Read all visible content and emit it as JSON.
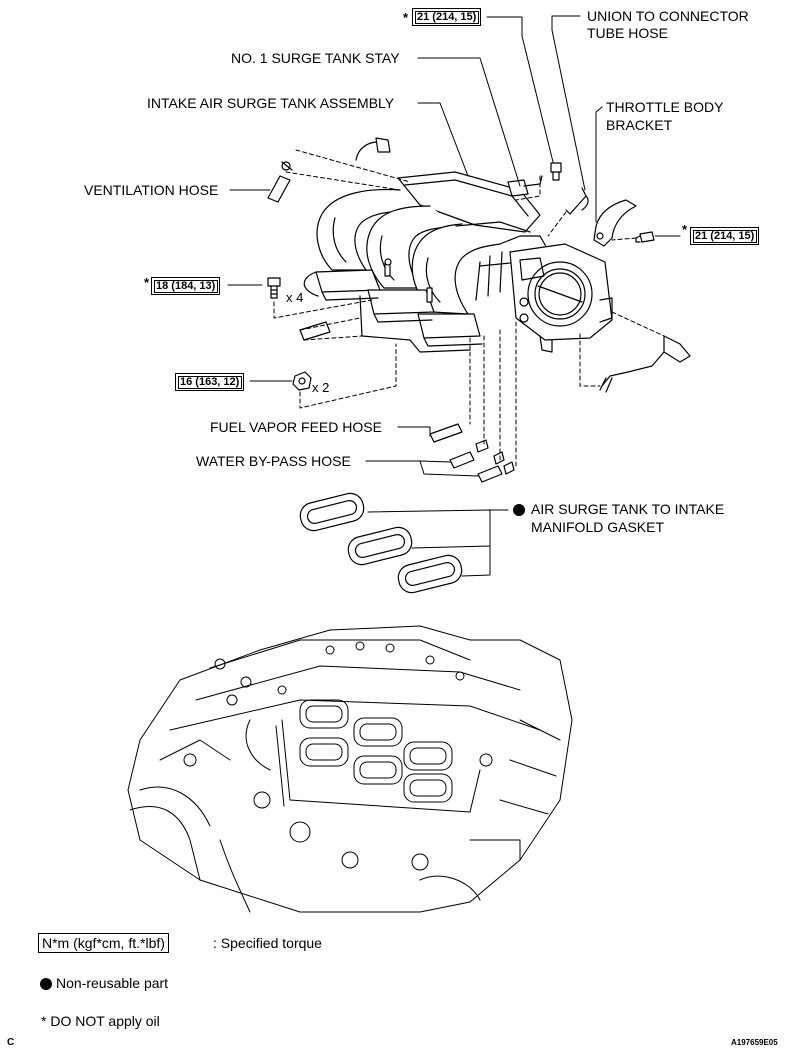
{
  "labels": {
    "union_hose": [
      "UNION TO CONNECTOR",
      "TUBE HOSE"
    ],
    "surge_tank_stay": "NO. 1 SURGE TANK STAY",
    "surge_tank_assembly": "INTAKE AIR SURGE TANK ASSEMBLY",
    "throttle_bracket": [
      "THROTTLE BODY",
      "BRACKET"
    ],
    "ventilation_hose": "VENTILATION HOSE",
    "fuel_vapor_hose": "FUEL VAPOR FEED HOSE",
    "water_bypass_hose": "WATER BY-PASS HOSE",
    "gasket": [
      "AIR SURGE TANK TO INTAKE",
      "MANIFOLD GASKET"
    ]
  },
  "torques": {
    "top": "21 (214, 15)",
    "right": "21 (214, 15)",
    "bolt": "18 (184, 13)",
    "nut": "16 (163, 12)"
  },
  "marks": {
    "star": "*",
    "bolt_qty": "x 4",
    "nut_qty": "x 2"
  },
  "legend": {
    "torque_unit": "N*m (kgf*cm, ft.*lbf)",
    "torque_desc": ": Specified torque",
    "non_reusable": "Non-reusable part",
    "no_oil": "* DO NOT apply oil"
  },
  "footer": {
    "corner_left": "C",
    "figure_id": "A197659E05"
  }
}
